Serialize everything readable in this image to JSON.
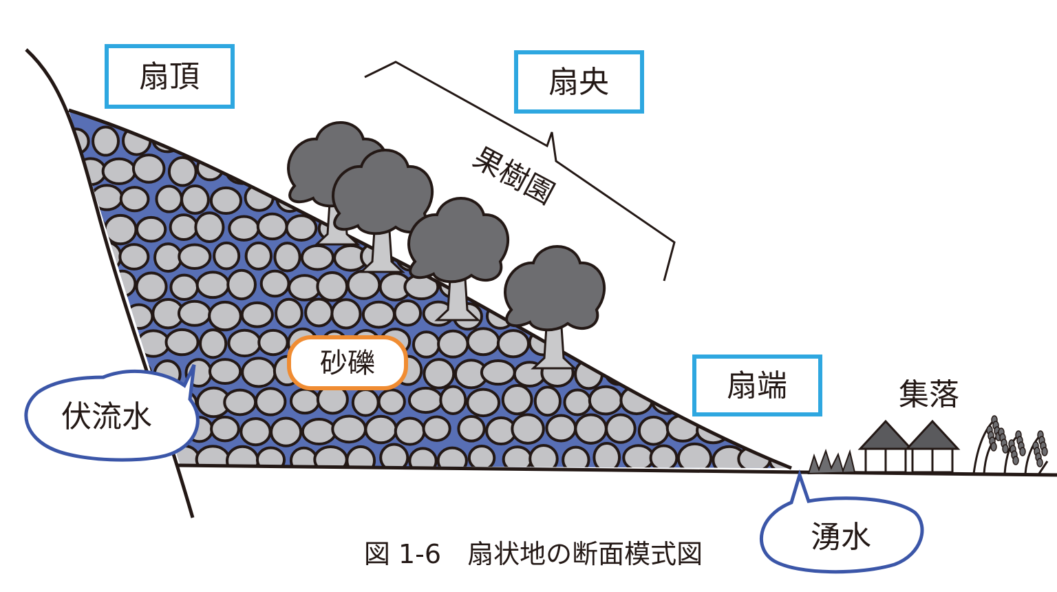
{
  "labels": {
    "fan_top": "扇頂",
    "fan_middle": "扇央",
    "fan_end": "扇端",
    "orchard": "果樹園",
    "gravel": "砂礫",
    "underflow": "伏流水",
    "spring": "湧水",
    "settlement": "集落"
  },
  "caption": "図 1-6　扇状地の断面模式図",
  "colors": {
    "zone_box": "#2ea7e0",
    "gravel_box": "#f08c32",
    "water": "#3b56a8",
    "bubble_outline": "#3b56a8",
    "stone": "#c3c3c6",
    "tree_crown": "#6d6d70",
    "trunk": "#c9c9cb",
    "outline": "#231815"
  }
}
